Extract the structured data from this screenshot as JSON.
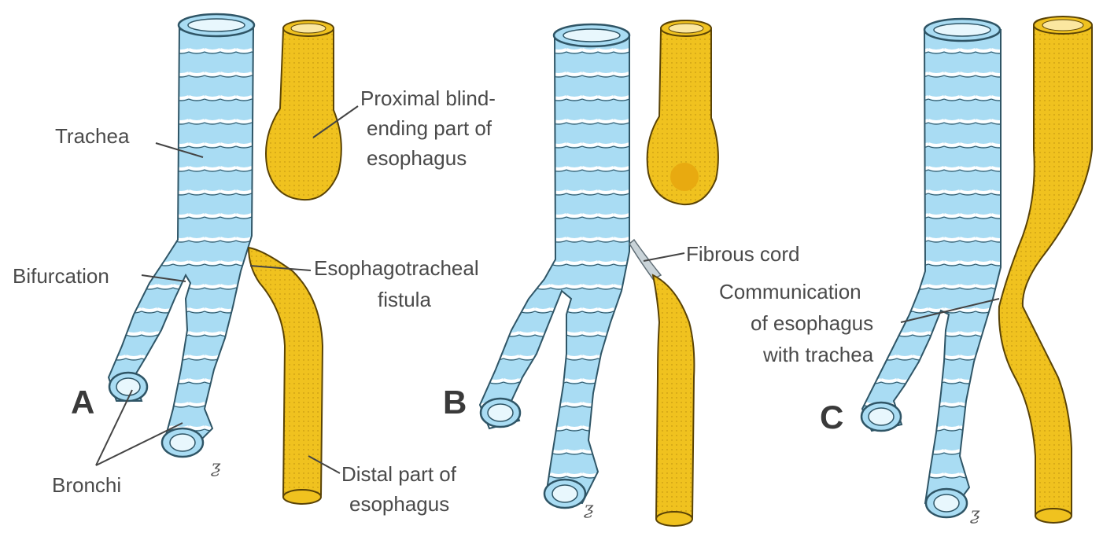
{
  "colors": {
    "trachea_fill": "#a9dcf3",
    "trachea_stroke": "#2f5566",
    "ring_line": "#ffffff",
    "esophagus_fill": "#f0c21f",
    "esophagus_stroke": "#5a4306",
    "leader_line": "#444444"
  },
  "panels": [
    {
      "letter": "A",
      "labels": {
        "trachea": "Trachea",
        "bifurcation": "Bifurcation",
        "bronchi": "Bronchi",
        "proximal": [
          "Proximal blind-",
          "ending part of",
          "esophagus"
        ],
        "fistula": [
          "Esophagotracheal",
          "fistula"
        ],
        "distal": [
          "Distal part of",
          "esophagus"
        ]
      }
    },
    {
      "letter": "B",
      "labels": {
        "fibrous_cord": "Fibrous cord"
      }
    },
    {
      "letter": "C",
      "labels": {
        "communication": [
          "Communication",
          "of esophagus",
          "with trachea"
        ]
      }
    }
  ],
  "signature": "ƺ"
}
